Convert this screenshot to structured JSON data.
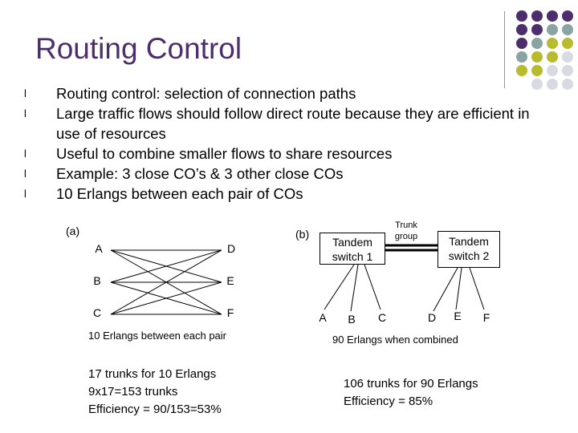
{
  "slide": {
    "title": "Routing Control",
    "bullets": [
      "Routing control:  selection of connection paths",
      "Large traffic flows should follow direct route because they are efficient in use of resources",
      "Useful to combine smaller flows to share resources",
      "Example:  3 close CO’s  & 3 other close COs",
      "10 Erlangs between each pair of COs"
    ],
    "bullet_marker": "l"
  },
  "diagram_a": {
    "label": "(a)",
    "left_nodes": [
      "A",
      "B",
      "C"
    ],
    "right_nodes": [
      "D",
      "E",
      "F"
    ],
    "caption": "10 Erlangs between each pair",
    "stats": [
      "17 trunks for 10 Erlangs",
      "9x17=153 trunks",
      "Efficiency = 90/153=53%"
    ]
  },
  "diagram_b": {
    "label": "(b)",
    "tandem1": [
      "Tandem",
      "switch 1"
    ],
    "tandem2": [
      "Tandem",
      "switch 2"
    ],
    "trunk_group": [
      "Trunk",
      "group"
    ],
    "left_nodes": [
      "A",
      "B",
      "C"
    ],
    "right_nodes": [
      "D",
      "E",
      "F"
    ],
    "caption": "90 Erlangs when combined",
    "stats": [
      "106 trunks for 90 Erlangs",
      "Efficiency = 85%"
    ]
  },
  "colors": {
    "title": "#4b2e6b",
    "purple": "#4b2e6b",
    "teal": "#8aa3a3",
    "olive": "#b9bb2e",
    "light": "#d9d9e3"
  }
}
